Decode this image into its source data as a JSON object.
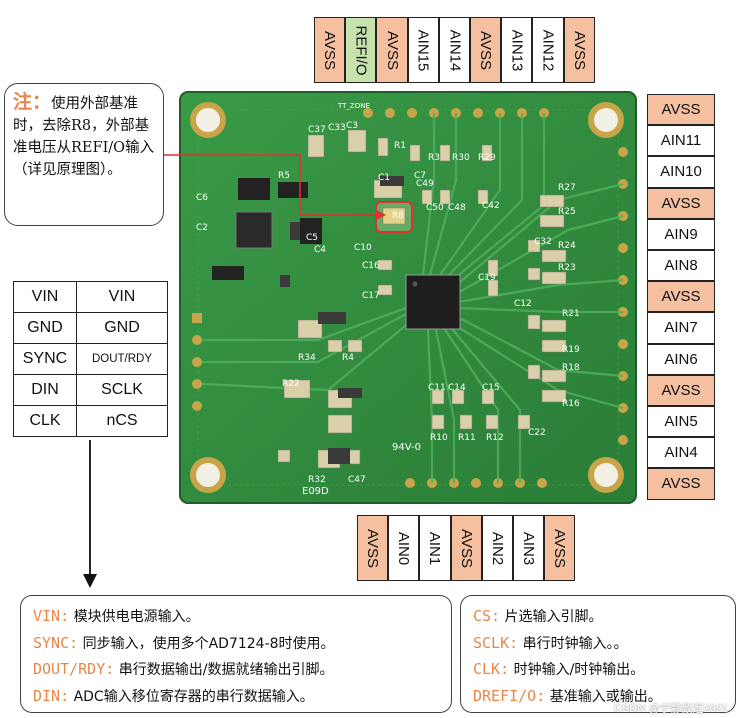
{
  "top_pins": [
    "AVSS",
    "REFI/O",
    "AVSS",
    "AIN15",
    "AIN14",
    "AVSS",
    "AIN13",
    "AIN12",
    "AVSS"
  ],
  "top_pin_colors": [
    "peach",
    "green",
    "peach",
    "white",
    "white",
    "peach",
    "white",
    "white",
    "peach"
  ],
  "right_pins": [
    "AVSS",
    "AIN11",
    "AIN10",
    "AVSS",
    "AIN9",
    "AIN8",
    "AVSS",
    "AIN7",
    "AIN6",
    "AVSS",
    "AIN5",
    "AIN4",
    "AVSS"
  ],
  "right_pin_colors": [
    "peach",
    "white",
    "white",
    "peach",
    "white",
    "white",
    "peach",
    "white",
    "white",
    "peach",
    "white",
    "white",
    "peach"
  ],
  "bottom_pins": [
    "AVSS",
    "AIN0",
    "AIN1",
    "AVSS",
    "AIN2",
    "AIN3",
    "AVSS"
  ],
  "bottom_pin_colors": [
    "peach",
    "white",
    "white",
    "peach",
    "white",
    "white",
    "peach"
  ],
  "note": {
    "label": "注：",
    "text": "使用外部基准时，去除R8，外部基准电压从REFI/O输入（详见原理图）。"
  },
  "pin_table": [
    [
      "VIN",
      "VIN"
    ],
    [
      "GND",
      "GND"
    ],
    [
      "SYNC",
      "DOUT/RDY"
    ],
    [
      "DIN",
      "SCLK"
    ],
    [
      "CLK",
      "nCS"
    ]
  ],
  "desc_left": [
    {
      "key": "VIN:",
      "text": " 模块供电电源输入。"
    },
    {
      "key": "SYNC:",
      "text": " 同步输入，使用多个AD7124-8时使用。"
    },
    {
      "key": "DOUT/RDY:",
      "text": " 串行数据输出/数据就绪输出引脚。"
    },
    {
      "key": "DIN:",
      "text": " ADC输入移位寄存器的串行数据输入。"
    }
  ],
  "desc_right": [
    {
      "key": "CS:",
      "text": " 片选输入引脚。"
    },
    {
      "key": "SCLK:",
      "text": " 串行时钟输入。。"
    },
    {
      "key": "CLK:",
      "text": " 时钟输入/时钟输出。"
    },
    {
      "key": "DREFI/O:",
      "text": " 基准输入或输出。"
    }
  ],
  "board_labels": {
    "refs": [
      "C37",
      "C33",
      "C3",
      "R1",
      "C7",
      "C6",
      "C2",
      "R5",
      "C4",
      "C5",
      "C1",
      "C49",
      "C50",
      "C48",
      "C42",
      "R3",
      "R30",
      "R29",
      "R27",
      "R25",
      "R8",
      "C10",
      "C16",
      "C17",
      "C32",
      "R24",
      "R23",
      "C19",
      "C12",
      "R21",
      "R19",
      "R18",
      "R16",
      "R34",
      "R4",
      "R22",
      "C11",
      "C14",
      "C15",
      "R10",
      "R11",
      "R12",
      "C22",
      "R32",
      "C47"
    ],
    "silk_small": "TT_ZONE",
    "silk_version": "94V-0",
    "silk_bottom": "E09D"
  },
  "watermark": "CSDN @宁静致远2021",
  "colors": {
    "board": "#2f8a3c",
    "board_dark": "#236e2f",
    "peach": "#f4c09f",
    "green_cell": "#c7e3ad",
    "accent": "#e8874b",
    "callout_red": "#e03030"
  }
}
